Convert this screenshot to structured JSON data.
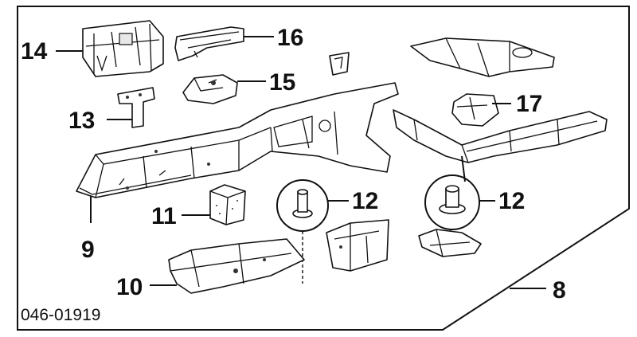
{
  "callouts": {
    "c14": "14",
    "c16": "16",
    "c15": "15",
    "c13": "13",
    "c17": "17",
    "c12a": "12",
    "c12b": "12",
    "c11": "11",
    "c9": "9",
    "c10": "10",
    "c8": "8"
  },
  "document_id": "046-01919"
}
